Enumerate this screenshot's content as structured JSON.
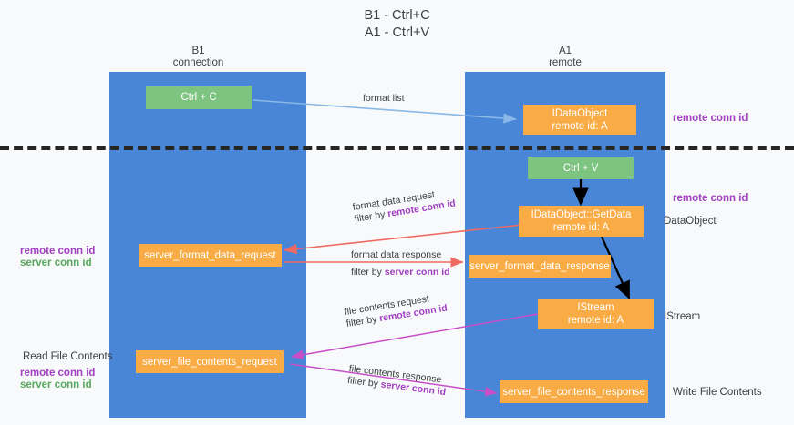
{
  "title": "B1 - Ctrl+C\nA1 - Ctrl+V",
  "colors": {
    "lane": "#4a86d8",
    "green_node": "#7cc47f",
    "orange_node": "#f9ac45",
    "purple_text": "#a03fc0",
    "green_text": "#5aa85f",
    "divider": "#262626",
    "arrow_format_list": "#8ab8e8",
    "arrow_format_data": "#ee6a63",
    "arrow_file_contents": "#c84fc8",
    "arrow_black": "#000000",
    "background": "#f8f9fa"
  },
  "lanes": [
    {
      "id": "b1",
      "title": "B1\nconnection"
    },
    {
      "id": "a1",
      "title": "A1\nremote"
    }
  ],
  "nodes": [
    {
      "id": "ctrl-c",
      "label": "Ctrl + C",
      "kind": "green"
    },
    {
      "id": "idataobject",
      "label": "IDataObject\nremote id: A",
      "kind": "orange"
    },
    {
      "id": "ctrl-v",
      "label": "Ctrl + V",
      "kind": "green"
    },
    {
      "id": "idataobject-getdata",
      "label": "IDataObject::GetData\nremote id: A",
      "kind": "orange"
    },
    {
      "id": "server-format-data-request",
      "label": "server_format_data_request",
      "kind": "orange"
    },
    {
      "id": "server-format-data-response",
      "label": "server_format_data_response",
      "kind": "orange"
    },
    {
      "id": "istream",
      "label": "IStream\nremote id: A",
      "kind": "orange"
    },
    {
      "id": "server-file-contents-request",
      "label": "server_file_contents_request",
      "kind": "orange"
    },
    {
      "id": "server-file-contents-response",
      "label": "server_file_contents_response",
      "kind": "orange"
    }
  ],
  "edge_labels": [
    {
      "id": "format-list",
      "line1": "format list",
      "line2": "",
      "line2_bold": ""
    },
    {
      "id": "format-data-request",
      "line1": "format data request",
      "line2": "filter by ",
      "line2_bold": "remote conn id"
    },
    {
      "id": "format-data-response",
      "line1": "format data response",
      "line2": "filter by ",
      "line2_bold": "server conn id"
    },
    {
      "id": "file-contents-request",
      "line1": "file contents request",
      "line2": "filter by ",
      "line2_bold": "remote conn id"
    },
    {
      "id": "file-contents-response",
      "line1": "file contents response",
      "line2": "filter by ",
      "line2_bold": "server conn id"
    }
  ],
  "side_labels": {
    "right_remote_conn_id_top": "remote conn id",
    "right_remote_conn_id_mid": "remote conn id",
    "right_dataobject": "DataObject",
    "right_istream": "IStream",
    "right_write_file_contents": "Write File Contents",
    "left_remote_conn_id": "remote conn id",
    "left_server_conn_id": "server conn id",
    "left_read_file_contents": "Read File Contents",
    "left_remote_conn_id_2": "remote conn id",
    "left_server_conn_id_2": "server conn id"
  }
}
